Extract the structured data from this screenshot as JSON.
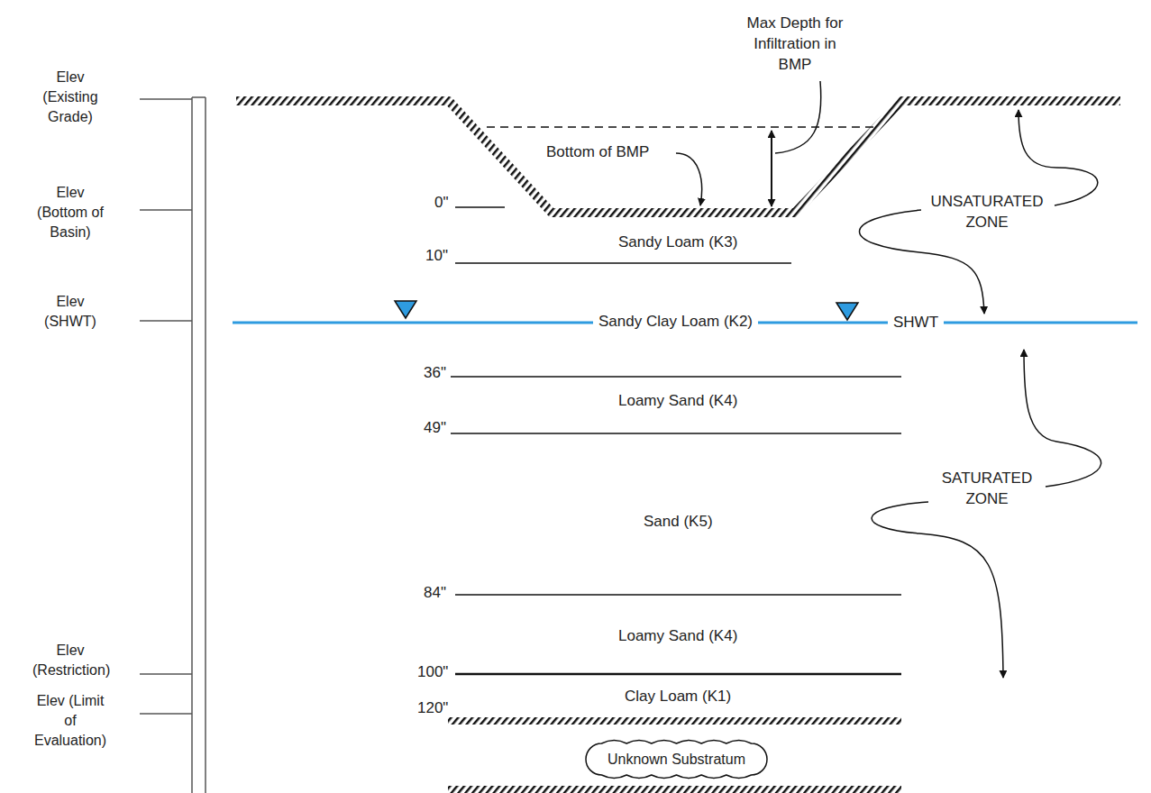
{
  "diagram": {
    "nodes": [
      {
        "text": [
          "Unknown Substratum"
        ]
      }
    ],
    "labels": [
      "Max Depth for Infiltration in BMP",
      "Elev (Existing Grade)",
      "Elev (Bottom of Basin)",
      "Elev (SHWT)",
      "Bottom of BMP",
      "0\"",
      "Sandy Loam (K3)",
      "10\"",
      "UNSATURATED ZONE",
      "Sandy Clay Loam (K2)",
      "SHWT",
      "36\"",
      "Loamy Sand (K4)",
      "49\"",
      "SATURATED ZONE",
      "Sand (K5)",
      "84\"",
      "Loamy Sand (K4)",
      "Elev (Restriction)",
      "100\"",
      "Elev (Limit of Evaluation)",
      "Clay Loam (K1)",
      "120\""
    ]
  }
}
